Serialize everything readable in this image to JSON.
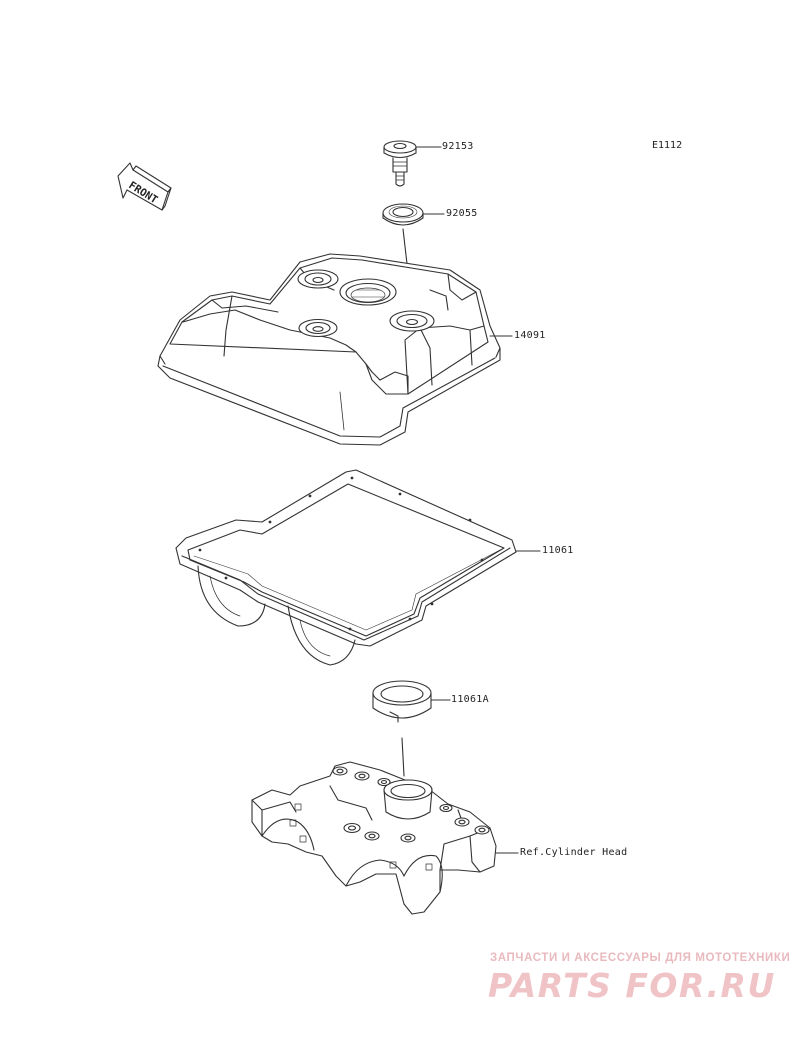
{
  "diagram": {
    "sheet_code": "E1112",
    "front_marker": "FRONT",
    "parts": [
      {
        "id": "bolt",
        "number": "92153"
      },
      {
        "id": "washer",
        "number": "92055"
      },
      {
        "id": "cover",
        "number": "14091"
      },
      {
        "id": "gasket",
        "number": "11061"
      },
      {
        "id": "plug-gasket",
        "number": "11061A"
      },
      {
        "id": "cylinder-head",
        "number": "Ref.Cylinder Head"
      }
    ]
  },
  "watermark": {
    "tagline": "ЗАПЧАСТИ И АКСЕССУАРЫ ДЛЯ МОТОТЕХНИКИ",
    "brand": "PARTS FOR.RU"
  }
}
